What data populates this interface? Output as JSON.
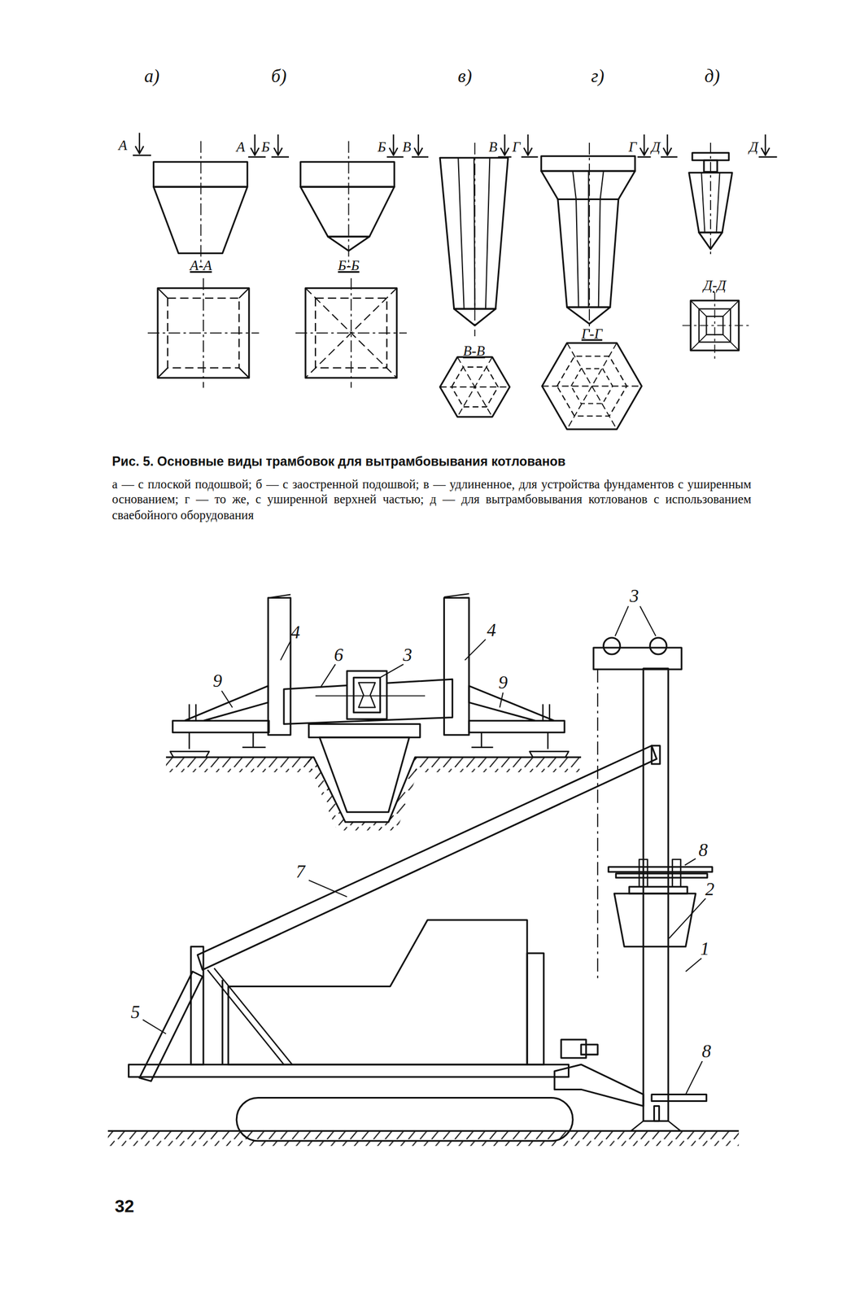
{
  "diagram": {
    "caption": "Рис. 5. Основные виды трамбовок для вытрамбовывания котлованов",
    "labels": [
      "а)",
      "А",
      "А",
      "Б",
      "б)",
      "Б",
      "В",
      "в)",
      "В",
      "Г",
      "г)",
      "Г",
      "Д",
      "д)",
      "Д",
      "А-А",
      "Б-Б",
      "В-В",
      "Г-Г",
      "Д-Д",
      "а — с плоской подошвой; б — с заостренной подошвой; в — удлиненное, для устройства фундаментов с уширенным основанием; г — то же, с уширенной верхней частью; д — для вытрамбовывания котлованов с использованием сваебойного оборудования",
      "4",
      "6",
      "3",
      "4",
      "9",
      "9",
      "3",
      "8",
      "7",
      "2",
      "1",
      "5",
      "8",
      "32"
    ]
  }
}
